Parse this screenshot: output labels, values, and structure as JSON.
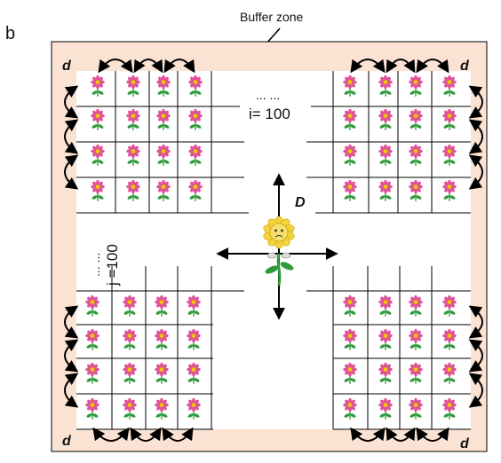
{
  "panel_label": "b",
  "buffer_zone_label": "Buffer zone",
  "corner_label": "d",
  "dispersal_label": "D",
  "index_i": {
    "ellipsis": "... ...",
    "text": "i= 100"
  },
  "index_j": {
    "ellipsis": "... ...",
    "text": "j =100"
  },
  "colors": {
    "buffer_zone": "#fbe3d4",
    "grid_line": "#000000",
    "flower_petal": "#e0529a",
    "flower_center": "#f2c21a",
    "stem": "#2e9a3a",
    "focal_flower": "#f6d23a"
  },
  "icons": {
    "cell_plant": "flower-icon",
    "focal_plant": "yellow-flower-character-icon"
  }
}
